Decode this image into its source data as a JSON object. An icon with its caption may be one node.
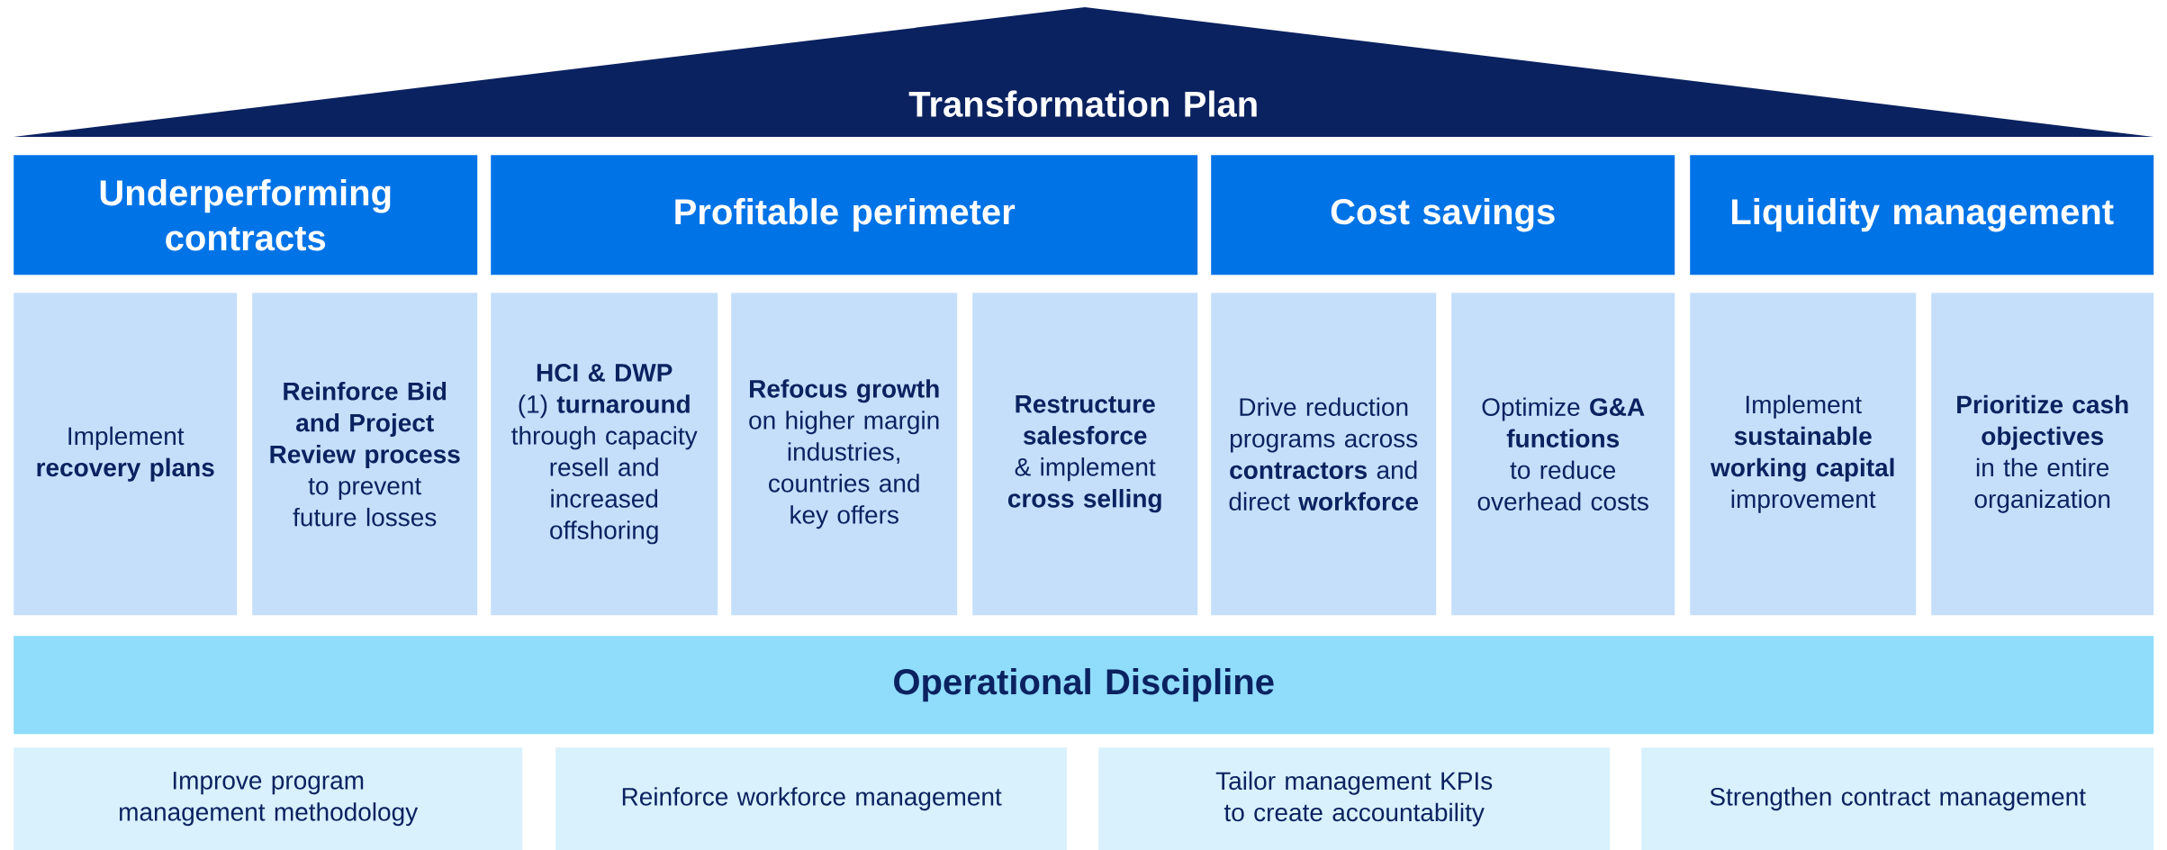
{
  "diagram": {
    "nodes": [
      {
        "text": [
          "Transformation Plan"
        ]
      },
      {
        "text": [
          "Underperforming contracts"
        ]
      },
      {
        "text": [
          "Profitable perimeter"
        ]
      },
      {
        "text": [
          "Cost savings"
        ]
      },
      {
        "text": [
          "Liquidity management"
        ]
      },
      {
        "text": [
          "Implement **recovery plans**"
        ]
      },
      {
        "text": [
          "**Reinforce Bid and Project Review process** to prevent future losses"
        ]
      },
      {
        "text": [
          "**HCI & DWP** (1) **turnaround** through capacity resell and increased offshoring"
        ]
      },
      {
        "text": [
          "**Refocus growth** on higher margin industries, countries and key offers"
        ]
      },
      {
        "text": [
          "**Restructure salesforce** & implement **cross selling**"
        ]
      },
      {
        "text": [
          "Drive reduction programs across **contractors** and direct **workforce**"
        ]
      },
      {
        "text": [
          "Optimize **G&A functions** to reduce overhead costs"
        ]
      },
      {
        "text": [
          "Implement **sustainable working capital** improvement"
        ]
      },
      {
        "text": [
          "**Prioritize cash objectives** in the entire organization"
        ]
      },
      {
        "text": [
          "Operational Discipline"
        ]
      },
      {
        "text": [
          "Improve program management methodology"
        ]
      },
      {
        "text": [
          "Reinforce workforce management"
        ]
      },
      {
        "text": [
          "Tailor management KPIs to create accountability"
        ]
      },
      {
        "text": [
          "Strengthen contract management"
        ]
      }
    ]
  }
}
